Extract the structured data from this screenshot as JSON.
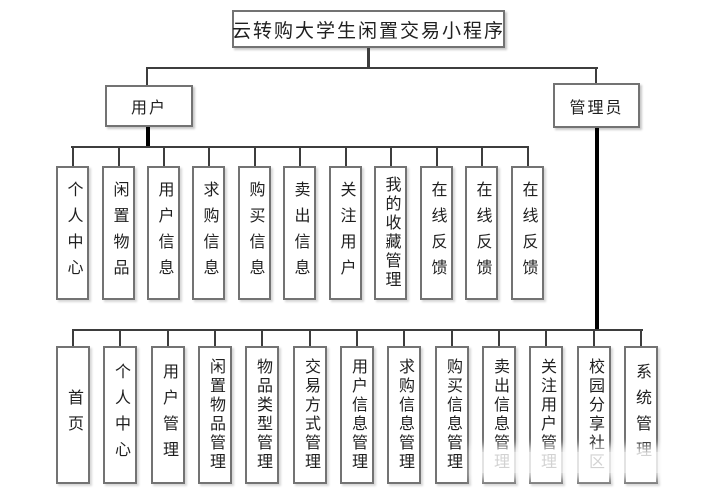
{
  "diagram": {
    "title": "云转购大学生闲置交易小程序",
    "user_branch": {
      "label": "用户",
      "children": [
        "个人中心",
        "闲置物品",
        "用户信息",
        "求购信息",
        "购买信息",
        "卖出信息",
        "关注用户",
        "我的收藏管理",
        "在线反馈",
        "在线反馈",
        "在线反馈"
      ]
    },
    "admin_branch": {
      "label": "管理员",
      "children": [
        "首页",
        "个人中心",
        "用户管理",
        "闲置物品管理",
        "物品类型管理",
        "交易方式管理",
        "用户信息管理",
        "求购信息管理",
        "购买信息管理",
        "卖出信息管理",
        "关注用户管理",
        "校园分享社区",
        "系统管理"
      ]
    },
    "colors": {
      "line": "#3d3d3d",
      "thick_line": "#000000",
      "box_border": "#737373",
      "text": "#1f1f1f",
      "background": "#ffffff"
    }
  }
}
